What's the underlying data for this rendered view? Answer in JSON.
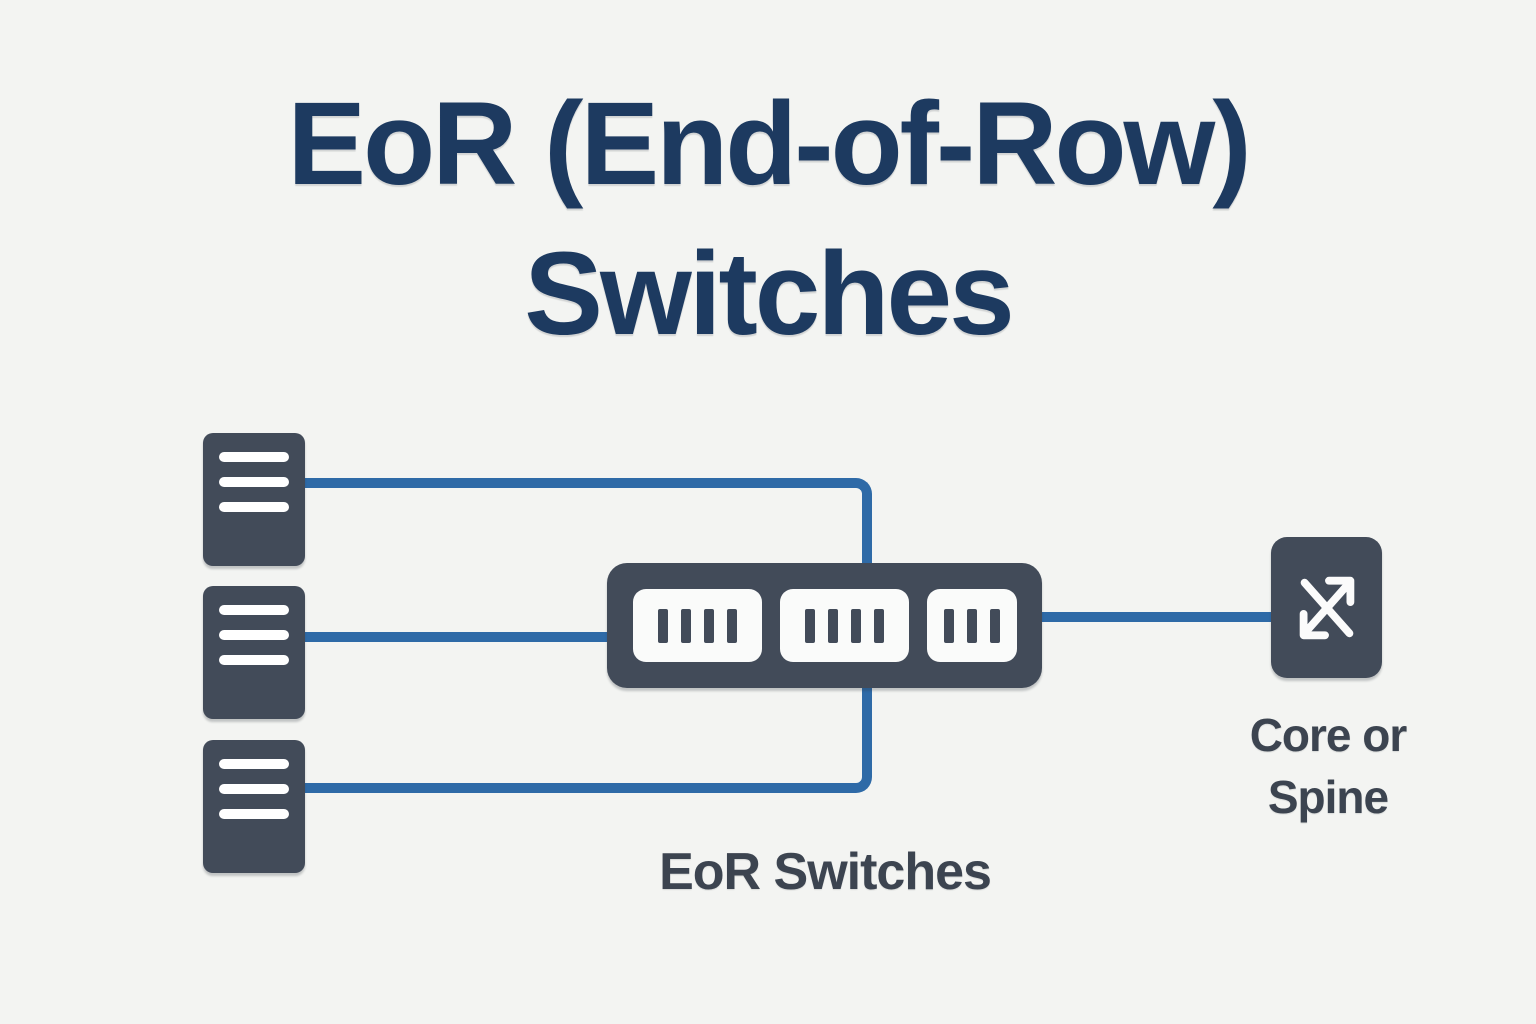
{
  "title": {
    "line1": "EoR (End-of-Row)",
    "line2": "Switches"
  },
  "diagram": {
    "servers": [
      {
        "name": "server-1",
        "stripes": 3
      },
      {
        "name": "server-2",
        "stripes": 3
      },
      {
        "name": "server-3",
        "stripes": 3
      }
    ],
    "eor_switch": {
      "label": "EoR Switches",
      "panels": [
        {
          "ports": 4
        },
        {
          "ports": 4
        },
        {
          "ports": 3
        }
      ]
    },
    "core_switch": {
      "label_line1": "Core or",
      "label_line2": "Spine",
      "icon": "crossing-arrows-icon"
    },
    "connections": [
      {
        "from": "server-1",
        "to": "eor-switch"
      },
      {
        "from": "server-2",
        "to": "eor-switch"
      },
      {
        "from": "server-3",
        "to": "eor-switch"
      },
      {
        "from": "eor-switch",
        "to": "core-switch"
      }
    ]
  },
  "colors": {
    "background": "#f3f4f2",
    "device": "#424b59",
    "title_text": "#1d3a60",
    "label_text": "#3c4450",
    "connection_line": "#2e6aa7",
    "panel": "#fafbfa",
    "stripe": "#ffffff"
  }
}
